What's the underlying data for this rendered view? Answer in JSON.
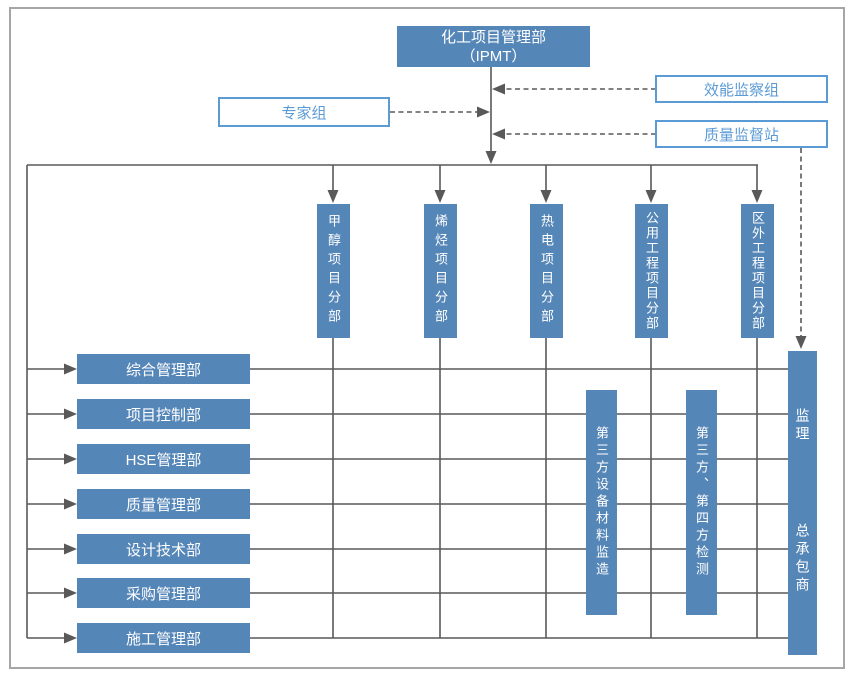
{
  "palette": {
    "box_fill": "#5586b8",
    "outline_blue": "#5b9bd5",
    "line_gray": "#595959",
    "frame_gray": "#a6a6a6",
    "text_white": "#ffffff"
  },
  "header": {
    "title_line1": "化工项目管理部",
    "title_line2": "（IPMT）"
  },
  "advisors": {
    "expert_group": "专家组",
    "efficiency_group": "效能监察组",
    "quality_station": "质量监督站"
  },
  "project_divisions": {
    "items": [
      {
        "label": "甲醇项目分部"
      },
      {
        "label": "烯烃项目分部"
      },
      {
        "label": "热电项目分部"
      },
      {
        "label": "公用工程项目分部"
      },
      {
        "label": "区外工程项目分部"
      }
    ]
  },
  "departments": {
    "items": [
      {
        "label": "综合管理部"
      },
      {
        "label": "项目控制部"
      },
      {
        "label": "HSE管理部"
      },
      {
        "label": "质量管理部"
      },
      {
        "label": "设计技术部"
      },
      {
        "label": "采购管理部"
      },
      {
        "label": "施工管理部"
      }
    ]
  },
  "third_party": {
    "items": [
      {
        "label": "第三方设备材料监造"
      },
      {
        "label": "第三方、第四方检测"
      }
    ]
  },
  "contractor": {
    "line1": "监理",
    "line2": "总承包商"
  }
}
